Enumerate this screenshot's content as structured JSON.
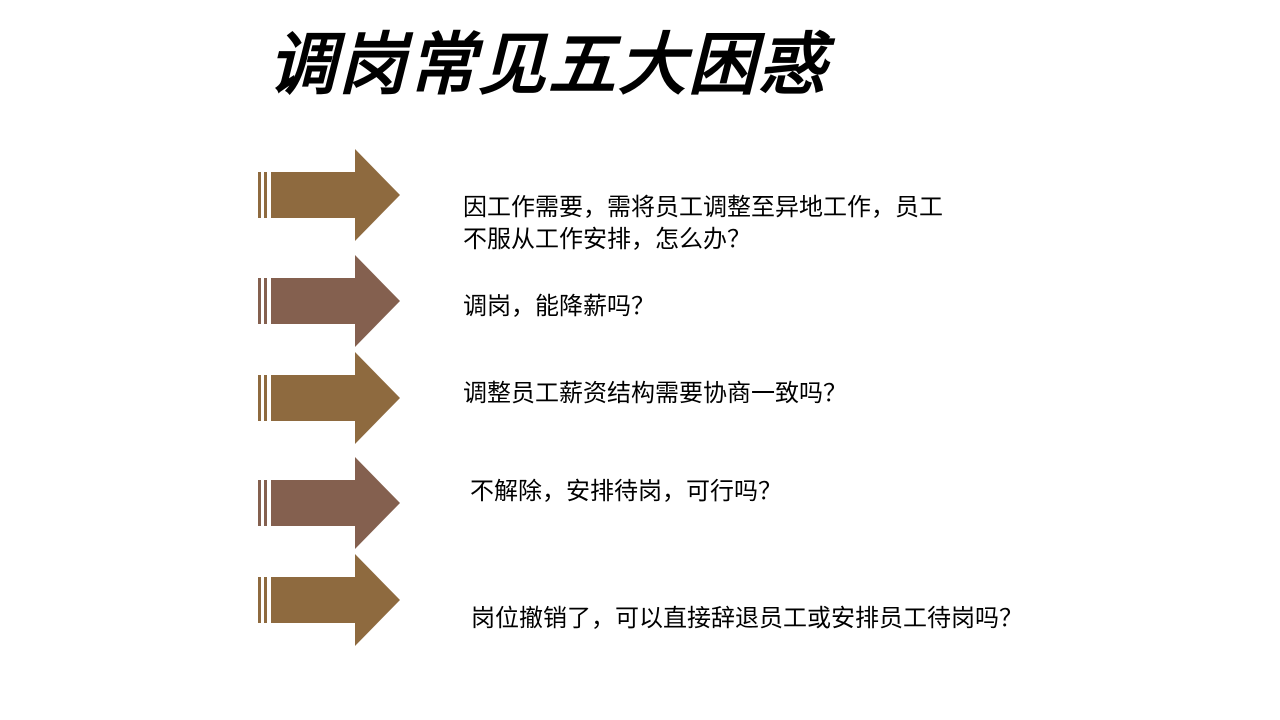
{
  "title": "调岗常见五大困惑",
  "colors": {
    "arrow_gold": "#8E6A3F",
    "arrow_brown": "#84604F"
  },
  "items": [
    {
      "icon": "arrow-right-icon",
      "color": "arrow_gold",
      "text": "因工作需要，需将员工调整至异地工作，员工\n不服从工作安排，怎么办？"
    },
    {
      "icon": "arrow-right-icon",
      "color": "arrow_brown",
      "text": "调岗，能降薪吗？"
    },
    {
      "icon": "arrow-right-icon",
      "color": "arrow_gold",
      "text": "调整员工薪资结构需要协商一致吗？"
    },
    {
      "icon": "arrow-right-icon",
      "color": "arrow_brown",
      "text": "不解除，安排待岗，可行吗？"
    },
    {
      "icon": "arrow-right-icon",
      "color": "arrow_gold",
      "text": "岗位撤销了，可以直接辞退员工或安排员工待岗吗？"
    }
  ]
}
